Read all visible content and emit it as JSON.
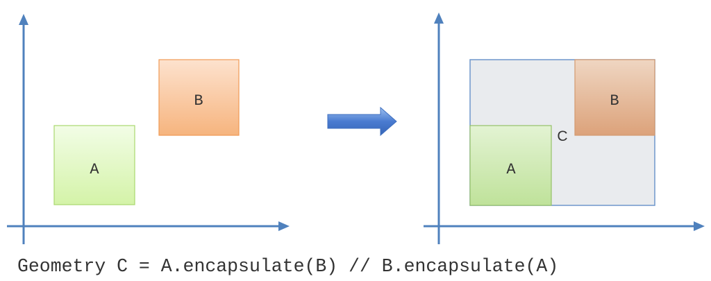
{
  "left_panel": {
    "box_a_label": "A",
    "box_b_label": "B"
  },
  "right_panel": {
    "box_a_label": "A",
    "box_b_label": "B",
    "envelope_label": "C"
  },
  "caption": "Geometry C = A.encapsulate(B) // B.encapsulate(A)",
  "colors": {
    "axis": "#4f81bd",
    "box_a_fill": "#e2f7c9",
    "box_a_stroke": "#a9d86e",
    "box_b_fill": "#f8c7a0",
    "box_b_stroke": "#f09a55",
    "envelope_fill": "#e9ebee",
    "envelope_stroke": "#6e96cc",
    "arrow": "#4a7bd0",
    "text": "#333333"
  }
}
